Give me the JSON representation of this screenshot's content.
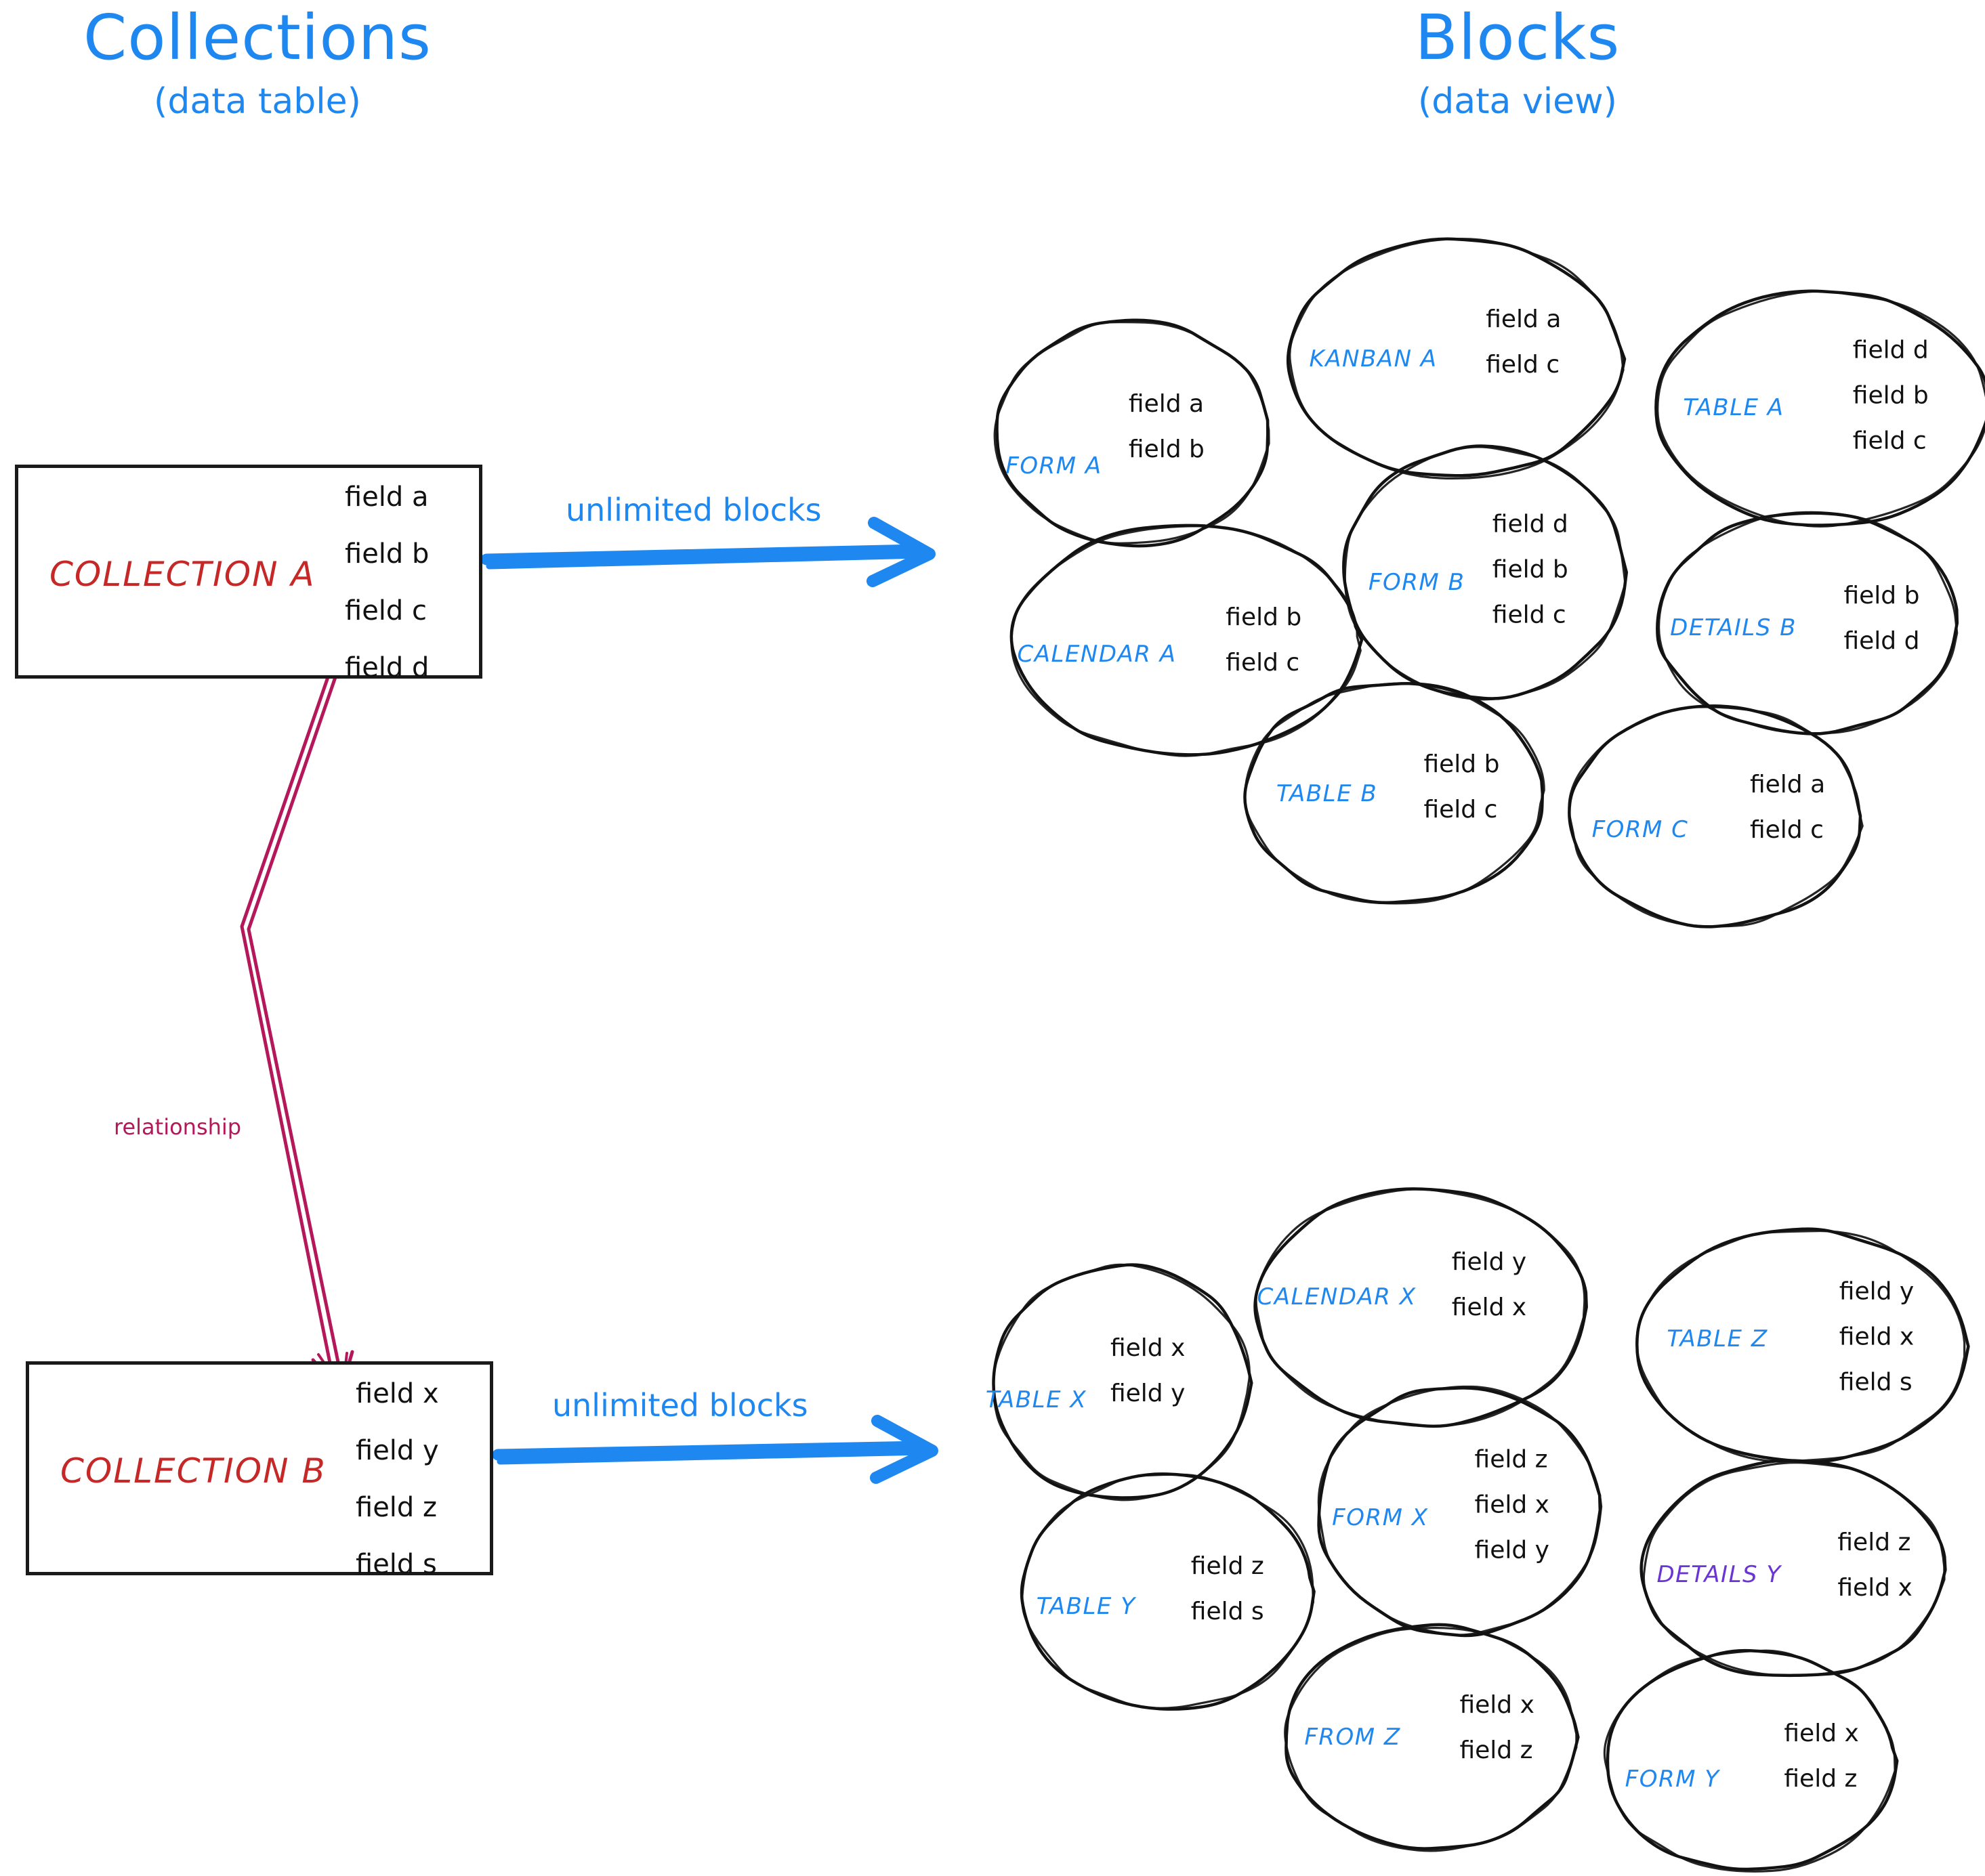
{
  "headers": {
    "left": {
      "title": "Collections",
      "subtitle": "(data table)"
    },
    "right": {
      "title": "Blocks",
      "subtitle": "(data view)"
    }
  },
  "colors": {
    "accent_blue": "#1e88f0",
    "collection_red": "#c62828",
    "relationship_crimson": "#b5185a",
    "details_purple": "#6a35d4",
    "outline_black": "#1a1a1a"
  },
  "collections": [
    {
      "name": "COLLECTION A",
      "fields": [
        "field a",
        "field b",
        "field c",
        "field d"
      ],
      "arrow_label": "unlimited blocks"
    },
    {
      "name": "COLLECTION B",
      "fields": [
        "field x",
        "field y",
        "field z",
        "field s"
      ],
      "arrow_label": "unlimited blocks"
    }
  ],
  "relationship": {
    "label": "relationship"
  },
  "block_groups": [
    {
      "source": "COLLECTION A",
      "blocks": [
        {
          "name": "FORM A",
          "fields": [
            "field a",
            "field b"
          ]
        },
        {
          "name": "KANBAN A",
          "fields": [
            "field a",
            "field c"
          ]
        },
        {
          "name": "TABLE A",
          "fields": [
            "field d",
            "field b",
            "field c"
          ]
        },
        {
          "name": "CALENDAR A",
          "fields": [
            "field b",
            "field c"
          ]
        },
        {
          "name": "FORM B",
          "fields": [
            "field d",
            "field b",
            "field c"
          ]
        },
        {
          "name": "DETAILS B",
          "fields": [
            "field b",
            "field d"
          ]
        },
        {
          "name": "TABLE B",
          "fields": [
            "field b",
            "field c"
          ]
        },
        {
          "name": "FORM C",
          "fields": [
            "field a",
            "field c"
          ]
        }
      ]
    },
    {
      "source": "COLLECTION B",
      "blocks": [
        {
          "name": "TABLE X",
          "fields": [
            "field x",
            "field y"
          ]
        },
        {
          "name": "CALENDAR X",
          "fields": [
            "field y",
            "field x"
          ]
        },
        {
          "name": "TABLE Z",
          "fields": [
            "field y",
            "field x",
            "field s"
          ]
        },
        {
          "name": "TABLE Y",
          "fields": [
            "field z",
            "field s"
          ]
        },
        {
          "name": "FORM X",
          "fields": [
            "field z",
            "field x",
            "field y"
          ]
        },
        {
          "name": "DETAILS Y",
          "fields": [
            "field z",
            "field x"
          ],
          "color": "purple"
        },
        {
          "name": "FROM Z",
          "fields": [
            "field x",
            "field z"
          ]
        },
        {
          "name": "FORM Y",
          "fields": [
            "field x",
            "field z"
          ]
        }
      ]
    }
  ]
}
